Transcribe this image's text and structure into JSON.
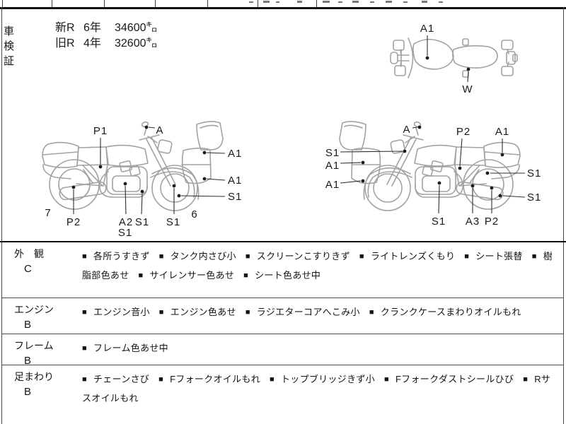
{
  "registration": {
    "title": "車検証",
    "rows": [
      {
        "era": "新R",
        "year": "6年",
        "distance": "34600㌔"
      },
      {
        "era": "旧R",
        "year": "4年",
        "distance": "32600㌔"
      }
    ]
  },
  "diagrams": {
    "top_view": {
      "labels": [
        {
          "text": "A1"
        },
        {
          "text": "W"
        }
      ]
    },
    "left_side": {
      "labels": [
        {
          "text": "P1"
        },
        {
          "text": "A"
        },
        {
          "text": "A1"
        },
        {
          "text": "A1"
        },
        {
          "text": "S1"
        },
        {
          "text": "7"
        },
        {
          "text": "P2"
        },
        {
          "text": "A2"
        },
        {
          "text": "S1"
        },
        {
          "text": "S1"
        },
        {
          "text": "S1"
        },
        {
          "text": "6"
        }
      ]
    },
    "right_side": {
      "labels": [
        {
          "text": "A"
        },
        {
          "text": "P2"
        },
        {
          "text": "A1"
        },
        {
          "text": "S1"
        },
        {
          "text": "A1"
        },
        {
          "text": "A1"
        },
        {
          "text": "S1"
        },
        {
          "text": "A3"
        },
        {
          "text": "P2"
        },
        {
          "text": "S1"
        },
        {
          "text": "S1"
        }
      ]
    }
  },
  "condition": {
    "bullet": "■",
    "rows": [
      {
        "label": "外　観",
        "grade": "C",
        "notes": [
          "各所うすきず",
          "タンク内さび小",
          "スクリーンこすりきず",
          "ライトレンズくもり",
          "シート張替",
          "樹脂部色あせ",
          "サイレンサー色あせ",
          "シート色あせ中"
        ]
      },
      {
        "label": "エンジン",
        "grade": "B",
        "notes": [
          "エンジン音小",
          "エンジン色あせ",
          "ラジエターコアへこみ小",
          "クランクケースまわりオイルもれ"
        ]
      },
      {
        "label": "フレーム",
        "grade": "B",
        "notes": [
          "フレーム色あせ中"
        ]
      },
      {
        "label": "足まわり",
        "grade": "B",
        "notes": [
          "チェーンさび",
          "Fフォークオイルもれ",
          "トップブリッジきず小",
          "Fフォークダストシールひび",
          "Rサスオイルもれ"
        ]
      }
    ]
  }
}
